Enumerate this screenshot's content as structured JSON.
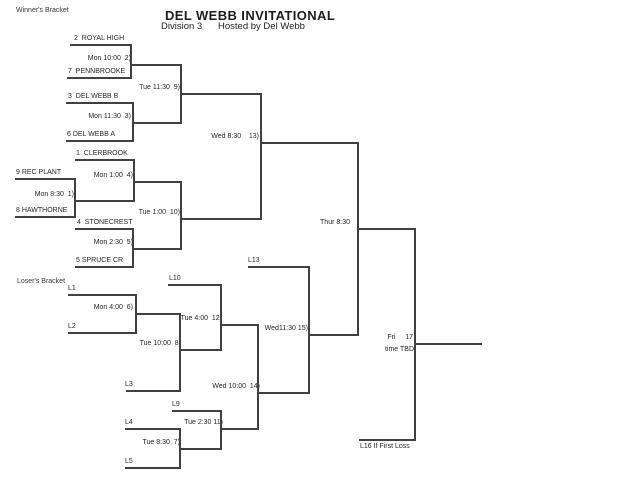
{
  "header": {
    "winners_bracket": "Winner's Bracket",
    "losers_bracket": "Loser's Bracket",
    "title": "DEL WEBB INVITATIONAL",
    "subtitle": "Division 3      Hosted by Del Webb"
  },
  "teams": {
    "royal_high": "2  ROYAL HIGH",
    "pennbrooke": "7  PENNBROOKE",
    "del_webb_b": "3  DEL WEBB B",
    "del_webb_a": "6 DEL WEBB A",
    "clerbrook": "1  CLERBROOK",
    "rec_plant": "9 REC PLANT",
    "hawthorne": "8 HAWTHORNE",
    "stonecrest": "4  STONECREST",
    "spruce_cr": "5 SPRUCE CR"
  },
  "slots": {
    "l1": "L1",
    "l2": "L2",
    "l3": "L3",
    "l4": "L4",
    "l5": "L5",
    "l9": "L9",
    "l10": "L10",
    "l13": "L13",
    "l16_note": "L16 If First Loss"
  },
  "games": {
    "g1": "Mon 8:30  1)",
    "g2": "Mon 10:00  2)",
    "g3": "Mon 11:30  3)",
    "g4": "Mon 1:00  4)",
    "g5": "Mon 2:30  5)",
    "g6": "Mon 4:00  6)",
    "g7": "Tue 8:30  7)",
    "g8": "Tue 10:00  8)",
    "g9": "Tue 11:30  9)",
    "g10": "Tue 1:00  10)",
    "g11": "Tue 2:30 11)",
    "g12": "Tue 4:00  12)",
    "g13": "Wed 8:30    13)",
    "g14": "Wed 10:00  14)",
    "g15": "Wed11:30 15)",
    "g16": "Thur 8:30",
    "g17_day": "Fri     17",
    "g17_time": "time TBD"
  },
  "colors": {
    "line": "#404040",
    "text": "#262626"
  }
}
